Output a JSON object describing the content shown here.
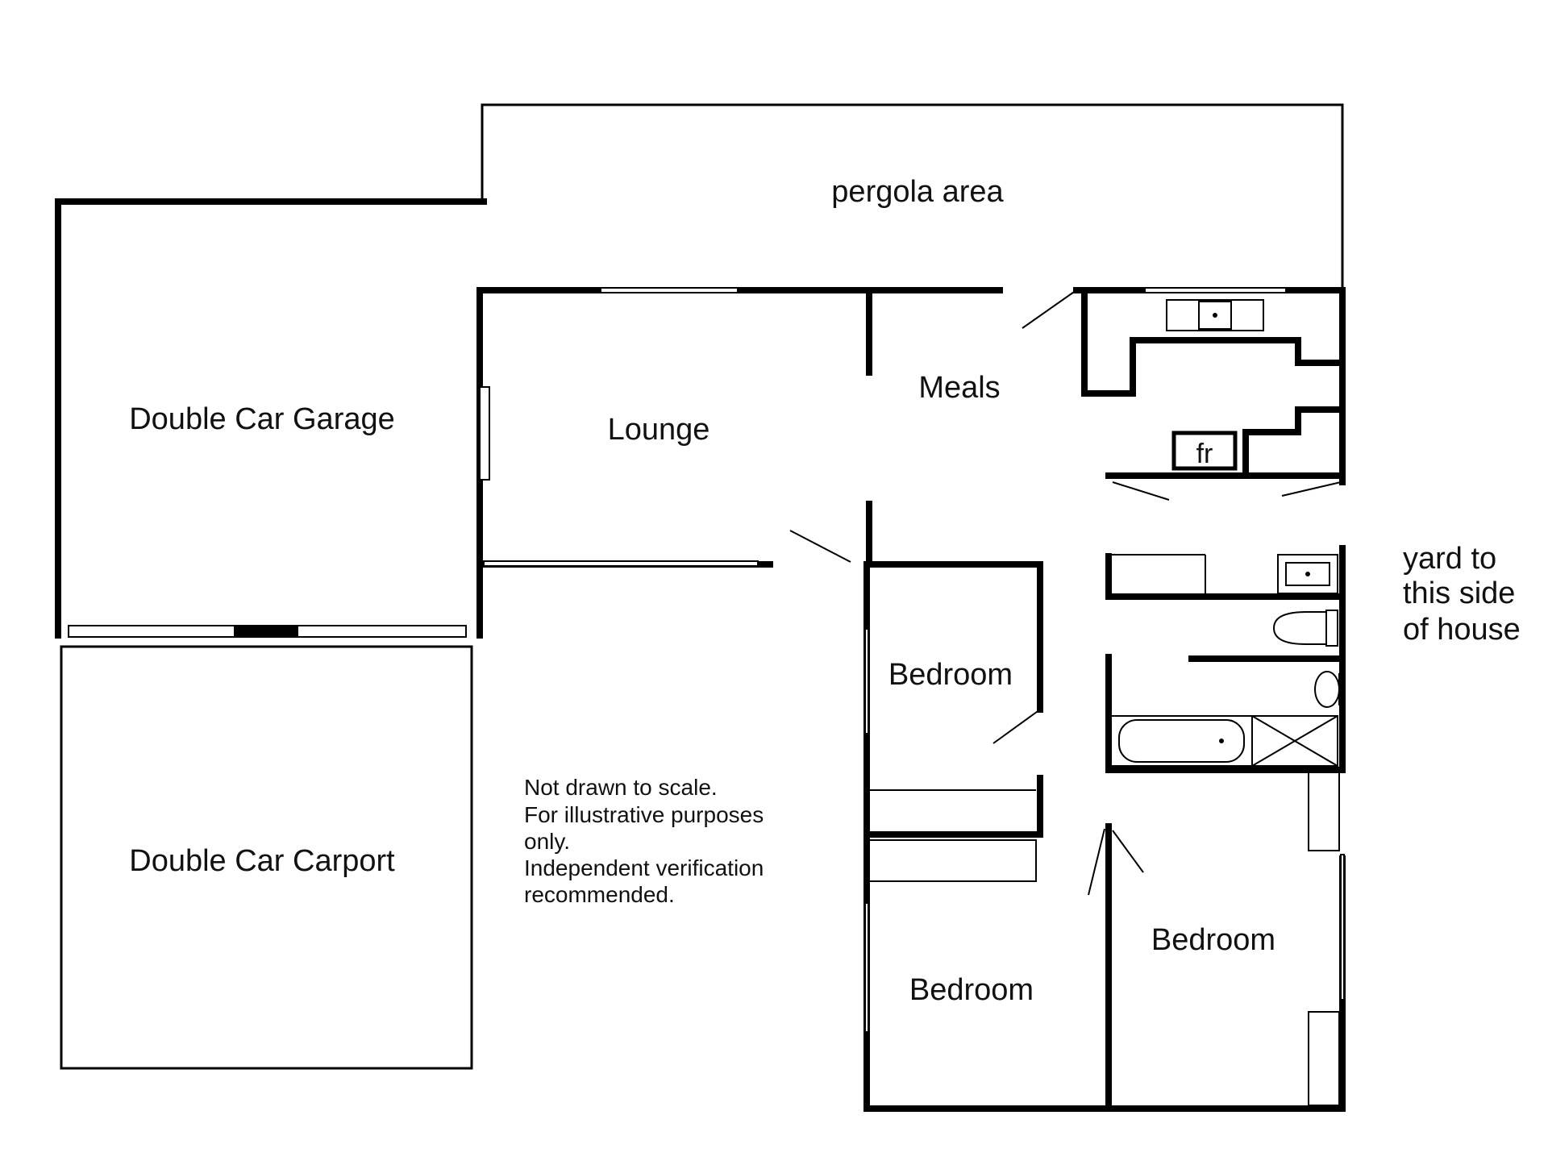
{
  "rooms": {
    "pergola": "pergola area",
    "garage": "Double Car Garage",
    "carport": "Double Car Carport",
    "lounge": "Lounge",
    "meals": "Meals",
    "bedroom_1": "Bedroom",
    "bedroom_2": "Bedroom",
    "bedroom_3": "Bedroom"
  },
  "fixtures": {
    "fridge": "fr"
  },
  "yard_note": {
    "line1": "yard to",
    "line2": "this side",
    "line3": "of house"
  },
  "disclaimer": {
    "line1": "Not drawn to scale.",
    "line2": "For illustrative purposes",
    "line3": "only.",
    "line4": "Independent verification",
    "line5": "recommended."
  },
  "colors": {
    "walls": "#000000",
    "background": "#ffffff",
    "text": "#111111"
  }
}
